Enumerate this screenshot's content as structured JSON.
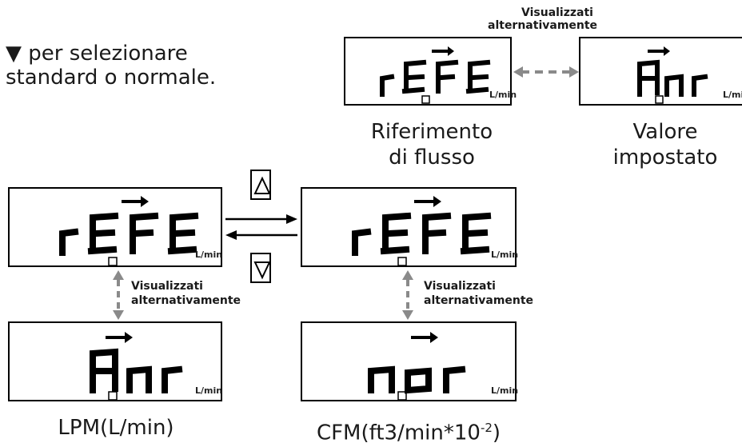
{
  "instruction": {
    "icon": "down-triangle-icon",
    "line1": "per selezionare",
    "line2": "standard o normale."
  },
  "legend": {
    "alt_label_line1": "Visualizzati",
    "alt_label_line2": "alternativamente",
    "left_caption_line1": "Riferimento",
    "left_caption_line2": "di flusso",
    "right_caption_line1": "Valore",
    "right_caption_line2": "impostato",
    "left_display": "rEFE",
    "right_display": "Anr"
  },
  "displays": {
    "unit": "L/min",
    "top_left": "rEFE",
    "top_right": "rEFE",
    "bottom_left": "Anr",
    "bottom_right": "nor"
  },
  "buttons": {
    "up_icon": "up-arrow-key-icon",
    "down_icon": "down-arrow-key-icon"
  },
  "alt_labels": {
    "line1": "Visualizzati",
    "line2": "alternativamente"
  },
  "captions": {
    "bottom_left": "LPM(L/min)",
    "bottom_right_base": "CFM(ft3/min*10",
    "bottom_right_sup": "-2",
    "bottom_right_end": ")"
  },
  "colors": {
    "stroke": "#000000",
    "dashed_arrow": "#8a8a8a"
  }
}
